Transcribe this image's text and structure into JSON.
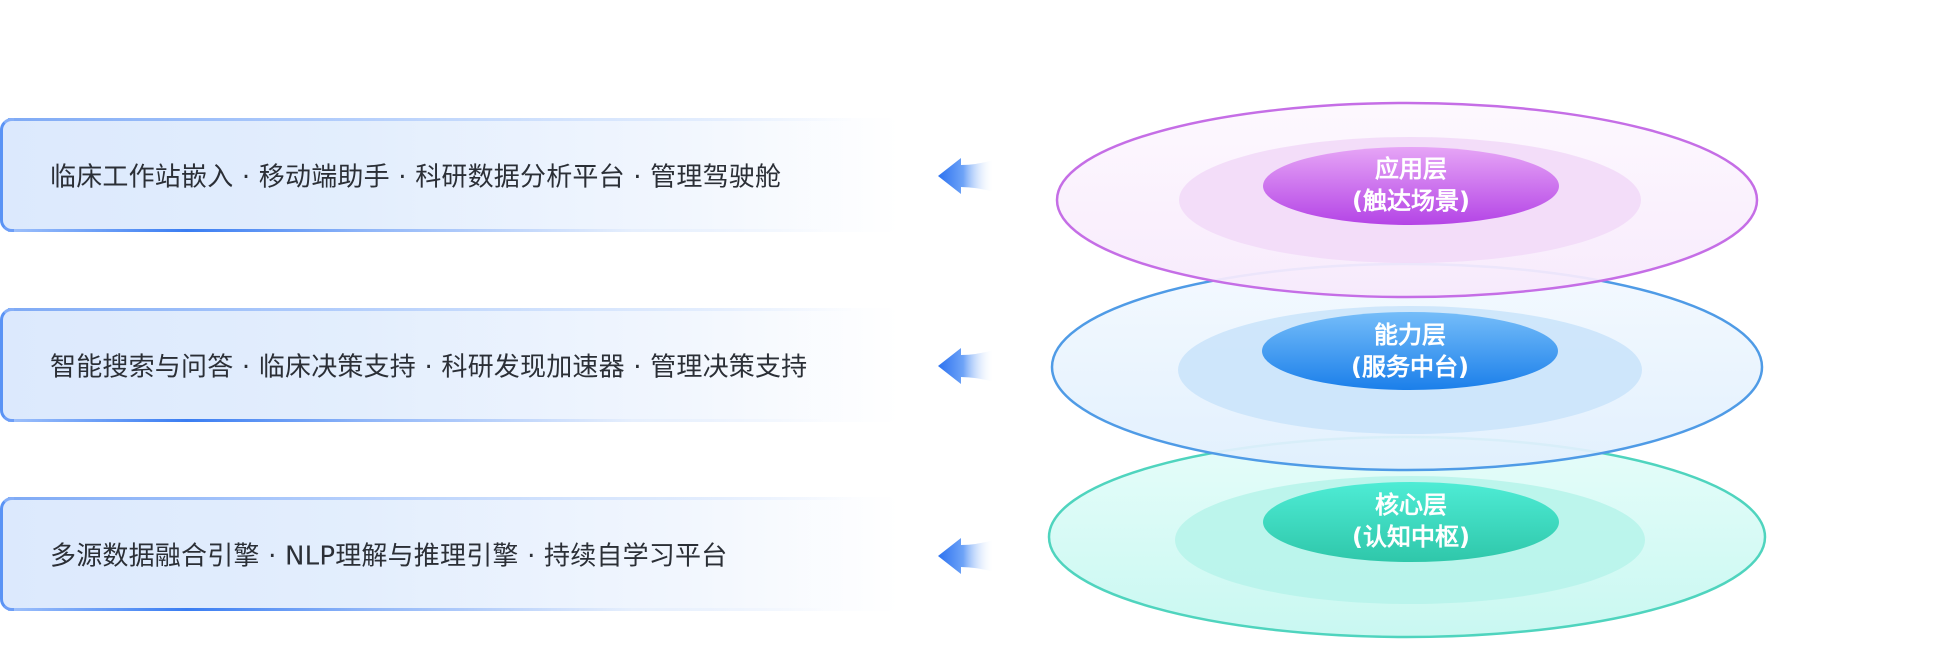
{
  "rows": [
    {
      "text": "临床工作站嵌入 · 移动端助手 · 科研数据分析平台 · 管理驾驶舱",
      "arrow_icon": "arrow-left-icon"
    },
    {
      "text": "智能搜索与问答 · 临床决策支持 · 科研发现加速器 · 管理决策支持",
      "arrow_icon": "arrow-left-icon"
    },
    {
      "text": "多源数据融合引擎 · NLP理解与推理引擎 · 持续自学习平台",
      "arrow_icon": "arrow-left-icon"
    }
  ],
  "layers": [
    {
      "name": "应用层",
      "subtitle": "(触达场景)",
      "colors": {
        "stroke": "#c56ee6",
        "outer": "#fbf1fe",
        "ring": "#f2daf8",
        "pill_top": "#e6a5f6",
        "pill_bottom": "#b444e6"
      }
    },
    {
      "name": "能力层",
      "subtitle": "(服务中台)",
      "colors": {
        "stroke": "#4f9be6",
        "outer": "#e8f3fe",
        "ring": "#cbe4fb",
        "pill_top": "#75bdf9",
        "pill_bottom": "#1b7fea"
      }
    },
    {
      "name": "核心层",
      "subtitle": "(认知中枢)",
      "colors": {
        "stroke": "#4fd4be",
        "outer": "#d3fbf6",
        "ring": "#b6f3ea",
        "pill_top": "#4eecd5",
        "pill_bottom": "#2fc7aa"
      }
    }
  ],
  "accent": "#3a7df2"
}
